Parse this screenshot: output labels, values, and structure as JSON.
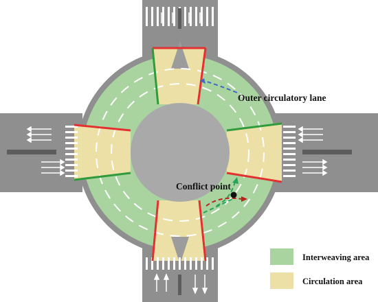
{
  "colors": {
    "road": "#8f8f8f",
    "road_edge": "#6e6e6e",
    "island": "#a9a9a9",
    "interweaving": "#a9d4a0",
    "circulation": "#ece0a6",
    "red_line": "#e33030",
    "green_line": "#2f9b3a",
    "marking": "#ffffff",
    "blue_arrow": "#3f68c4",
    "green_arrow": "#2aa35a",
    "red_arrow": "#b8231b"
  },
  "labels": {
    "outer_lane": "Outer circulatory lane",
    "conflict_point": "Conflict point"
  },
  "legend": {
    "items": [
      {
        "label": "Interweaving area",
        "swatch": "#a9d4a0"
      },
      {
        "label": "Circulation area",
        "swatch": "#ece0a6"
      }
    ]
  }
}
